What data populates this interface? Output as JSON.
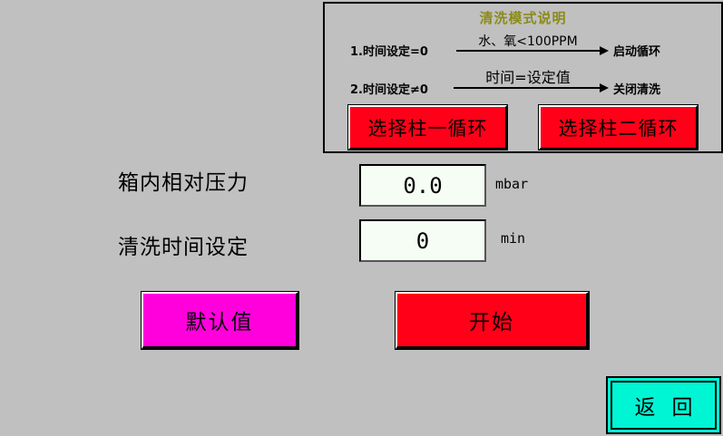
{
  "info_panel": {
    "title": "清洗模式说明",
    "title_color": "#8B8B1A",
    "rules": [
      {
        "condition": "1.时间设定=0",
        "arrow_label": "水、氧<100PPM",
        "result": "启动循环"
      },
      {
        "condition": "2.时间设定≠0",
        "arrow_label": "时间=设定值",
        "result": "关闭清洗"
      }
    ],
    "buttons": [
      {
        "label": "选择柱一循环",
        "color": "#FF0018"
      },
      {
        "label": "选择柱二循环",
        "color": "#FF0018"
      }
    ]
  },
  "fields": [
    {
      "label": "箱内相对压力",
      "value": "0.0",
      "unit": "mbar"
    },
    {
      "label": "清洗时间设定",
      "value": "0",
      "unit": "min"
    }
  ],
  "actions": {
    "default_label": "默认值",
    "default_color": "#FF00DD",
    "start_label": "开始",
    "start_color": "#FF0018"
  },
  "return_button": {
    "label": "返回",
    "color": "#00F5D4"
  }
}
